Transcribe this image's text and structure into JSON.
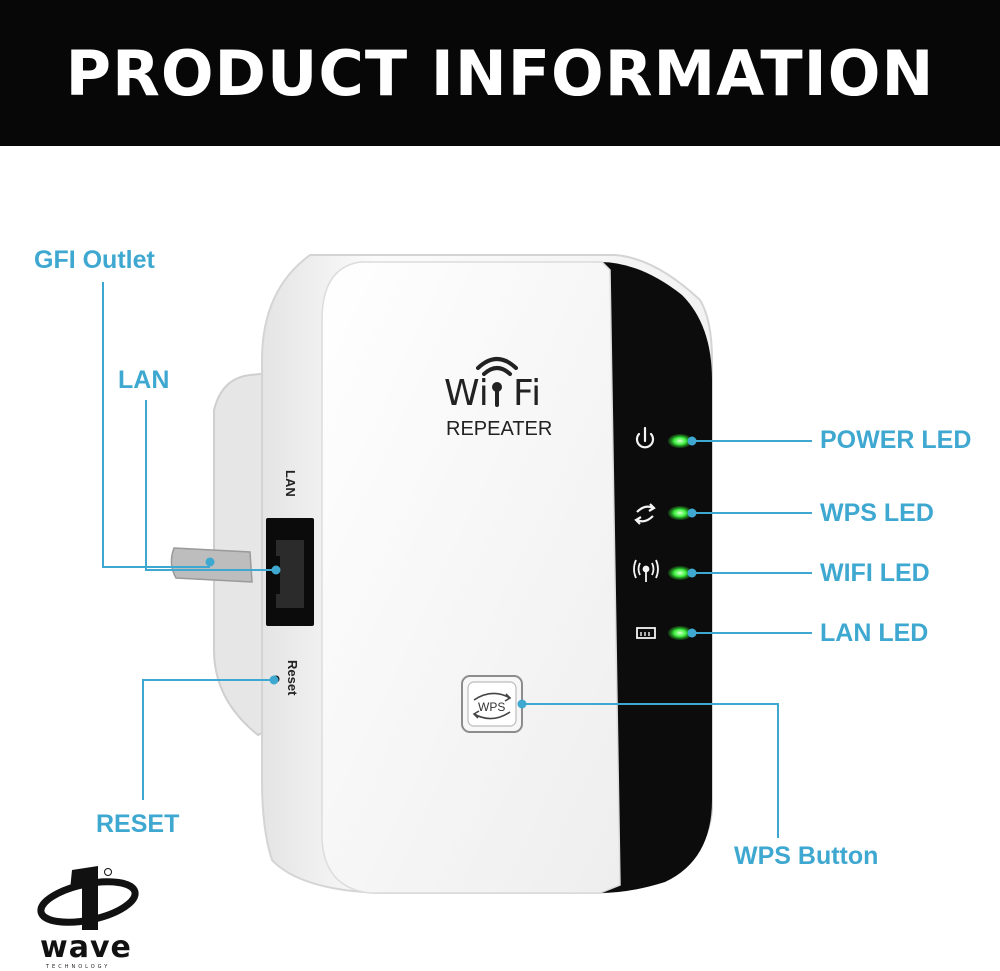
{
  "banner": {
    "title": "PRODUCT INFORMATION"
  },
  "device": {
    "logo_text_left": "Wi",
    "logo_text_right": "Fi",
    "model_label": "REPEATER",
    "side_port_label": "LAN",
    "side_reset_label": "Reset",
    "wps_button_label": "WPS"
  },
  "callouts": {
    "gfi_outlet": "GFI Outlet",
    "lan": "LAN",
    "reset": "RESET",
    "power_led": "POWER LED",
    "wps_led": "WPS LED",
    "wifi_led": "WIFI LED",
    "lan_led": "LAN LED",
    "wps_button": "WPS Button"
  },
  "brand": {
    "word": "wave",
    "sub": "TECHNOLOGY"
  },
  "colors": {
    "accent": "#3ea8d0",
    "led": "#3cf03c",
    "banner": "#070707",
    "device_white": "#f4f4f4",
    "device_black": "#0c0c0c"
  },
  "icons": [
    "power-icon",
    "wps-sync-icon",
    "wifi-antenna-icon",
    "lan-port-icon",
    "wps-arrows-icon"
  ]
}
